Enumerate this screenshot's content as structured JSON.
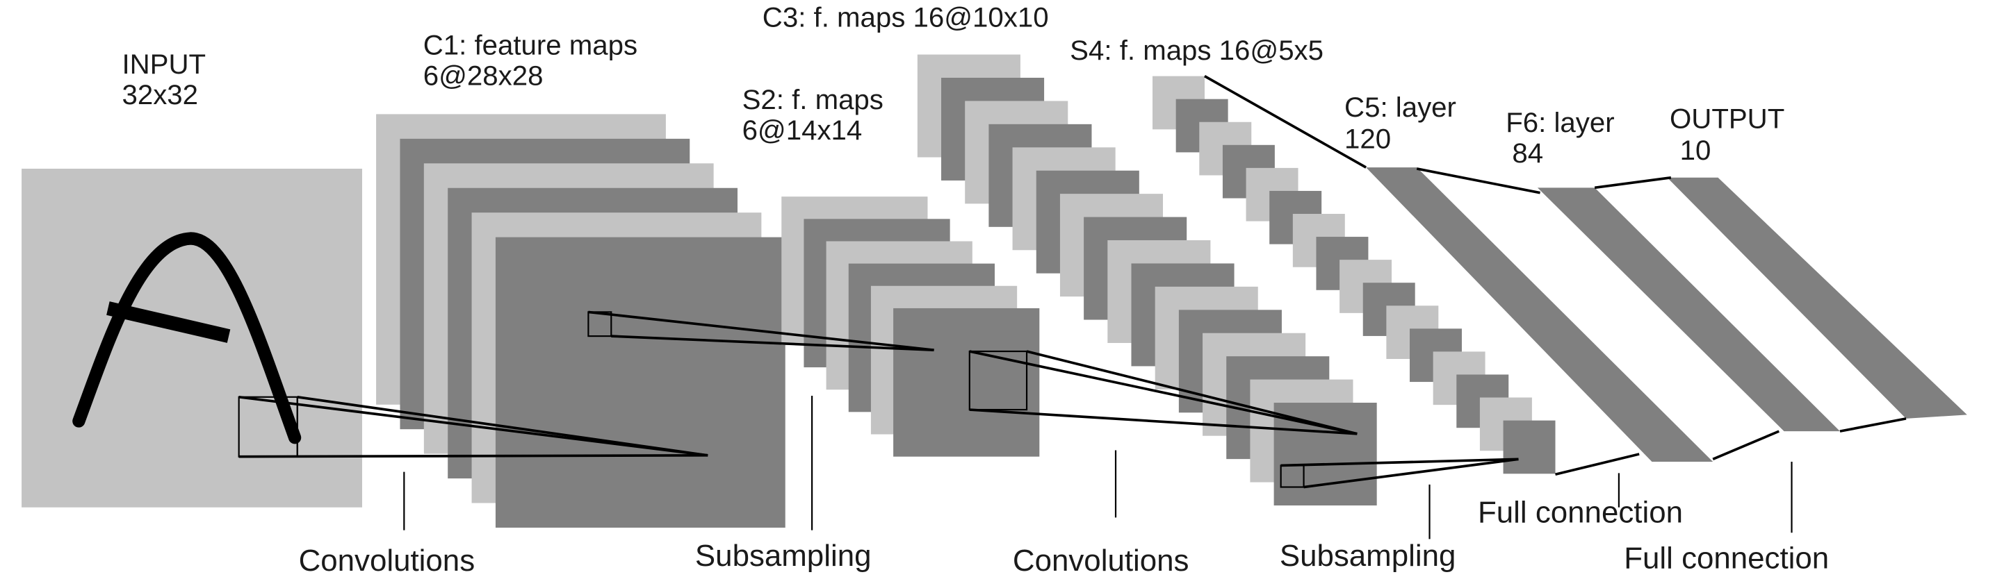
{
  "title": "LeNet-5 convolutional network architecture",
  "colors": {
    "light_map": "#c3c3c3",
    "dark_map": "#808080",
    "stroke": "#000000",
    "background": "#ffffff"
  },
  "layers": [
    {
      "id": "input",
      "name": "INPUT",
      "size": "32x32"
    },
    {
      "id": "c1",
      "name": "C1: feature maps",
      "size": "6@28x28",
      "maps": 6
    },
    {
      "id": "s2",
      "name": "S2: f. maps",
      "size": "6@14x14",
      "maps": 6
    },
    {
      "id": "c3",
      "name": "C3: f. maps 16@10x10",
      "maps": 16
    },
    {
      "id": "s4",
      "name": "S4: f. maps 16@5x5",
      "maps": 16
    },
    {
      "id": "c5",
      "name": "C5: layer",
      "size": "120"
    },
    {
      "id": "f6",
      "name": "F6: layer",
      "size": "84"
    },
    {
      "id": "output",
      "name": "OUTPUT",
      "size": "10"
    }
  ],
  "operations": [
    {
      "id": "conv1",
      "label": "Convolutions"
    },
    {
      "id": "sub1",
      "label": "Subsampling"
    },
    {
      "id": "conv2",
      "label": "Convolutions"
    },
    {
      "id": "sub2",
      "label": "Subsampling"
    },
    {
      "id": "full1",
      "label": "Full connection"
    },
    {
      "id": "full2",
      "label": "Full connection"
    }
  ],
  "input_glyph": "A"
}
